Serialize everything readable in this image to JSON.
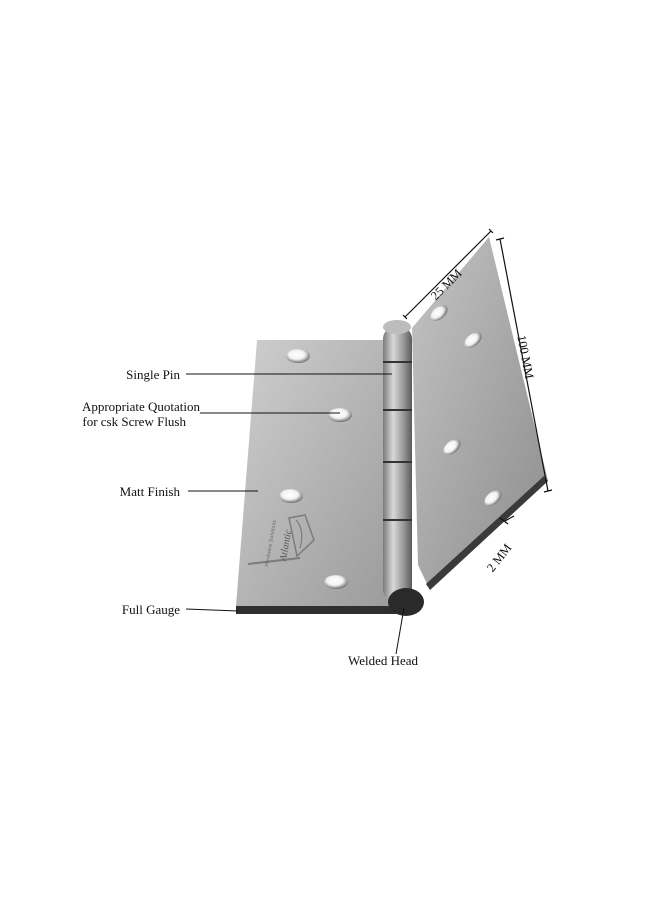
{
  "labels": {
    "single_pin": "Single Pin",
    "quotation_line1": "Appropriate Quotation",
    "quotation_line2": "for csk Screw Flush",
    "matt_finish": "Matt Finish",
    "full_gauge": "Full Gauge",
    "welded_head": "Welded Head"
  },
  "dimensions": {
    "width": "25 MM",
    "height": "100 MM",
    "thickness": "2 MM"
  },
  "logo": {
    "brand": "Atlantic",
    "tagline": "Hardware Solutions"
  },
  "colors": {
    "steel_light": "#c9c9c9",
    "steel_mid": "#a9a9a9",
    "steel_dark": "#6b6b6b",
    "edge_dark": "#2b2b2b",
    "line": "#111111"
  }
}
